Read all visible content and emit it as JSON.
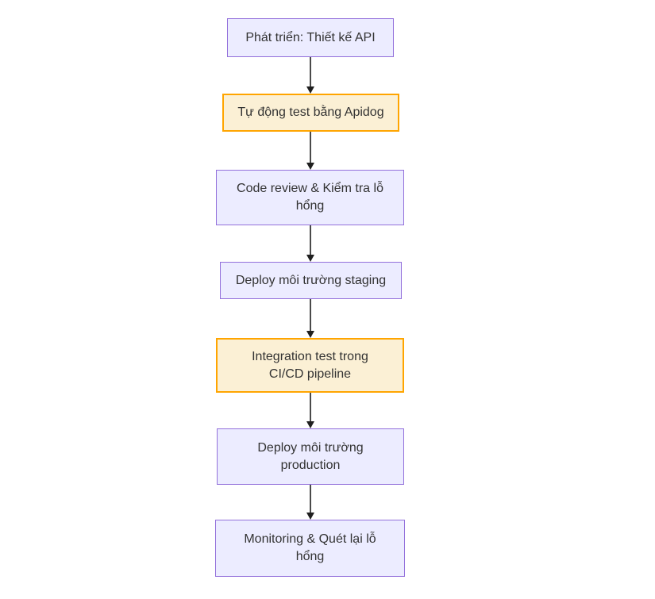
{
  "diagram": {
    "type": "flowchart",
    "direction": "top-down",
    "nodes": [
      {
        "id": "design",
        "style": "purple",
        "label": "Phát triển: Thiết kế API",
        "lines": [
          "Phát triển: Thiết kế API"
        ]
      },
      {
        "id": "auto-test",
        "style": "orange",
        "label": "Tự động test bằng Apidog",
        "lines": [
          "Tự động test bằng Apidog"
        ]
      },
      {
        "id": "code-review",
        "style": "purple",
        "label": "Code review & Kiểm tra lỗ hổng",
        "lines": [
          "Code review & Kiểm tra lỗ",
          "hổng"
        ]
      },
      {
        "id": "staging",
        "style": "purple",
        "label": "Deploy môi trường staging",
        "lines": [
          "Deploy môi trường staging"
        ]
      },
      {
        "id": "integration",
        "style": "orange",
        "label": "Integration test trong CI/CD pipeline",
        "lines": [
          "Integration test trong",
          "CI/CD pipeline"
        ]
      },
      {
        "id": "production",
        "style": "purple",
        "label": "Deploy môi trường production",
        "lines": [
          "Deploy môi trường",
          "production"
        ]
      },
      {
        "id": "monitoring",
        "style": "purple",
        "label": "Monitoring & Quét lại lỗ hổng",
        "lines": [
          "Monitoring & Quét lại lỗ",
          "hổng"
        ]
      }
    ],
    "edges": [
      {
        "from": "design",
        "to": "auto-test"
      },
      {
        "from": "auto-test",
        "to": "code-review"
      },
      {
        "from": "code-review",
        "to": "staging"
      },
      {
        "from": "staging",
        "to": "integration"
      },
      {
        "from": "integration",
        "to": "production"
      },
      {
        "from": "production",
        "to": "monitoring"
      }
    ]
  },
  "colors": {
    "background": "#ffffff",
    "purple_fill": "#ECECFF",
    "purple_border": "#9370DB",
    "orange_fill": "#FBF0D5",
    "orange_border": "#FFA500",
    "arrow": "#4a4a4a",
    "arrowhead": "#1f1f1f",
    "text": "#333333"
  }
}
